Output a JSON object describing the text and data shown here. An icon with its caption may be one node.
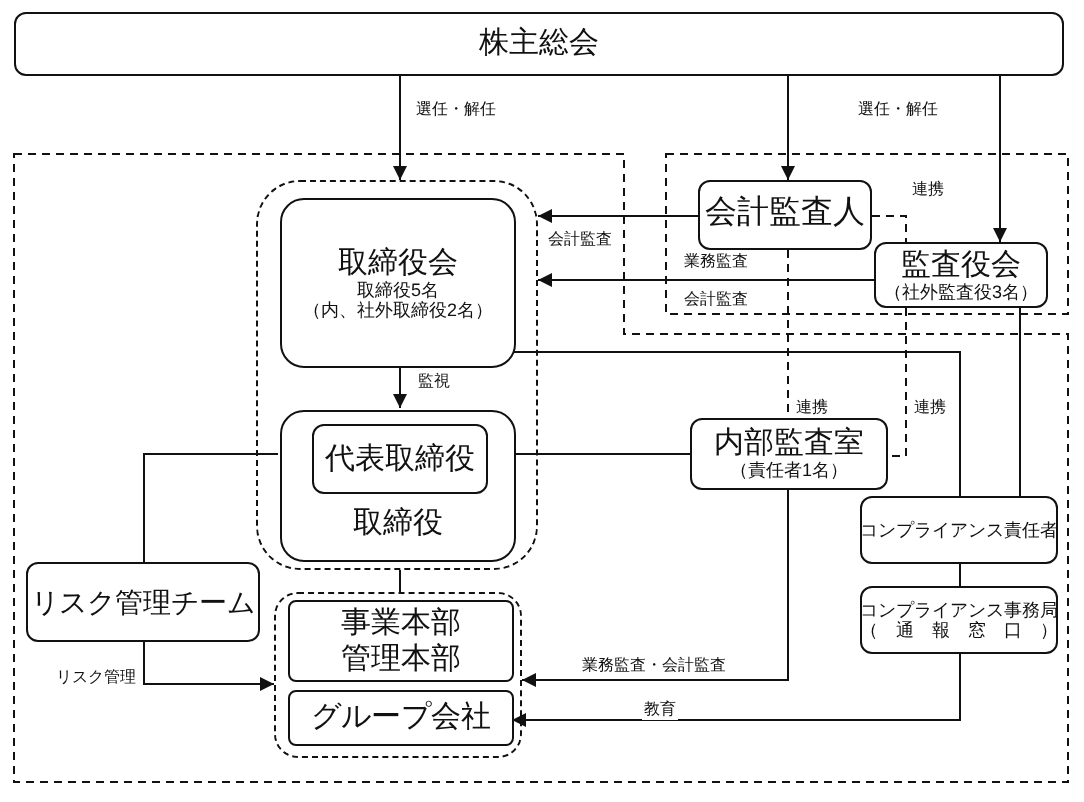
{
  "diagram": {
    "nodes": [
      {
        "text": [
          "株主総会"
        ]
      },
      {
        "text": [],
        "shape": "box"
      },
      {
        "text": [
          "取締役会",
          "取締役5名",
          "（内、社外取締役2名）"
        ],
        "in": 1
      },
      {
        "text": [
          "取締役"
        ],
        "in": 1
      },
      {
        "text": [
          "代表取締役"
        ],
        "in": 3
      },
      {
        "text": [
          "会計監査人"
        ]
      },
      {
        "text": [
          "監査役会",
          "（社外監査役3名）"
        ]
      },
      {
        "text": [
          "内部監査室",
          "（責任者1名）"
        ]
      },
      {
        "text": [
          "リスク管理チーム"
        ]
      },
      {
        "text": [],
        "shape": "box"
      },
      {
        "text": [
          "事業本部",
          "管理本部"
        ],
        "in": 9
      },
      {
        "text": [
          "グループ会社"
        ],
        "in": 9
      },
      {
        "text": [
          "コンプライアンス責任者"
        ]
      },
      {
        "text": [
          "コンプライアンス事務局",
          "（　通　報　窓　口　）"
        ]
      }
    ],
    "edges": [
      {
        "from": 0,
        "to": 1,
        "arrow": "to",
        "label": "選任・解任"
      },
      {
        "from": 0,
        "to": 5,
        "arrow": "to",
        "label": "選任・解任"
      },
      {
        "from": 0,
        "to": 6,
        "arrow": "to"
      },
      {
        "from": 5,
        "to": 1,
        "arrow": "to",
        "label": "会計監査"
      },
      {
        "from": 6,
        "to": 1,
        "arrow": "to",
        "label": "業務監査"
      },
      {
        "from": 2,
        "to": 3,
        "arrow": "to",
        "label": "監視"
      },
      {
        "from": 5,
        "to": 7,
        "arrow": "none",
        "style": "dashed",
        "label": "連携"
      },
      {
        "from": 5,
        "to": 6,
        "arrow": "none",
        "style": "dashed",
        "label": "連携"
      },
      {
        "from": 6,
        "to": 7,
        "arrow": "none",
        "style": "dashed",
        "label": "連携"
      },
      {
        "from": 2,
        "to": 12,
        "arrow": "none"
      },
      {
        "from": 6,
        "to": 12,
        "arrow": "none"
      },
      {
        "from": 12,
        "to": 13,
        "arrow": "none"
      },
      {
        "from": 4,
        "to": 7,
        "arrow": "none"
      },
      {
        "from": 3,
        "to": 8,
        "arrow": "none"
      },
      {
        "from": 1,
        "to": 9,
        "arrow": "none"
      },
      {
        "from": 8,
        "to": 9,
        "arrow": "to",
        "label": "リスク管理"
      },
      {
        "from": 7,
        "to": 9,
        "arrow": "to",
        "label": "業務監査・会計監査"
      },
      {
        "from": 13,
        "to": 11,
        "arrow": "to",
        "label": "教育"
      }
    ],
    "labels": [
      "会計監査"
    ]
  }
}
